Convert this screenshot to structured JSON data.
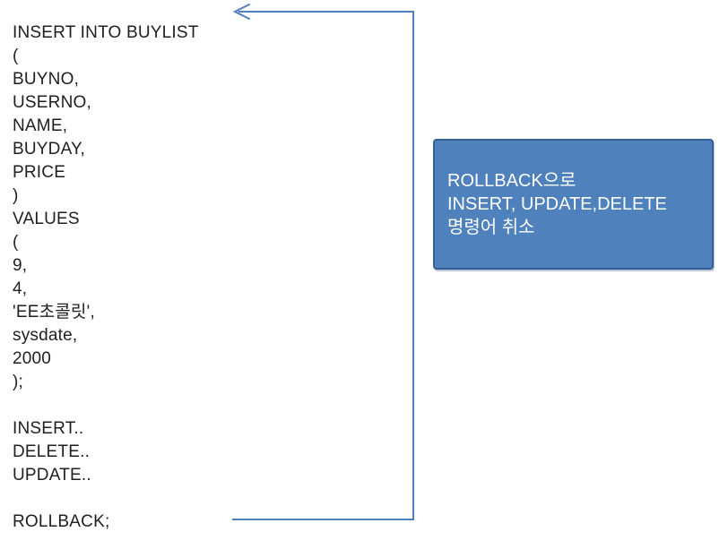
{
  "canvas": {
    "background_color": "#ffffff"
  },
  "code_block": {
    "text_color": "#1f1f1f",
    "lines": [
      "INSERT INTO BUYLIST",
      "(",
      "BUYNO,",
      "USERNO,",
      "NAME,",
      "BUYDAY,",
      "PRICE",
      ")",
      "VALUES",
      "(",
      "9,",
      "4,",
      "'EE초콜릿',",
      "sysdate,",
      "2000",
      ");",
      "",
      "INSERT..",
      "DELETE..",
      "UPDATE..",
      "",
      "ROLLBACK;"
    ]
  },
  "callout": {
    "fill_color": "#4f81bd",
    "border_color": "#365f91",
    "text_color": "#ffffff",
    "lines": [
      "ROLLBACK으로",
      "INSERT, UPDATE,DELETE",
      "명령어 취소"
    ]
  },
  "connector": {
    "shape": "elbow-arrow",
    "stroke_color": "#4f81bd"
  }
}
